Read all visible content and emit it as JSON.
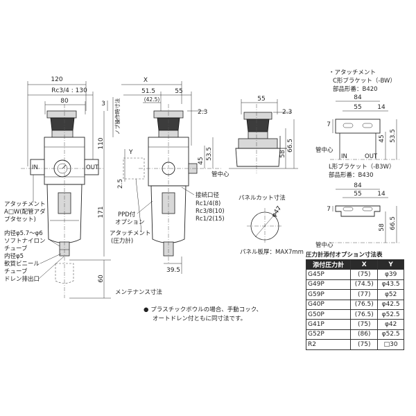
{
  "front_view": {
    "dims": {
      "width_120": "120",
      "rc34_130": "Rc3/4 : 130",
      "width_80": "80",
      "dim_3": "3",
      "dim_110": "110",
      "knob_stroke": "ノブ操作時寸法",
      "dim_171": "171",
      "dim_60": "60",
      "maint": "メンテナンス寸法"
    },
    "ports": {
      "in": "IN",
      "out": "OUT"
    },
    "labels": {
      "attachment_l1": "アタッチメント",
      "attachment_l2": "A□W(配管アダ",
      "attachment_l3": "プタセット)",
      "tube1_l1": "内径φ5.7～φ6",
      "tube1_l2": "ソフトナイロン",
      "tube1_l3": "チューブ",
      "tube2_l1": "内径φ5",
      "tube2_l2": "軟質ビニール",
      "tube2_l3": "チューブ",
      "drain": "ドレン排出口"
    }
  },
  "side_view": {
    "dims": {
      "x": "X",
      "d51_5": "51.5",
      "d55": "55",
      "d42_5": "(42.5)",
      "y": "Y",
      "d2_5": "2.5",
      "d2_3": "2.3",
      "d45": "45",
      "d53_5": "53.5",
      "d39_5": "39.5"
    },
    "labels": {
      "center": "管中心",
      "conn_port": "接続口径",
      "rc14": "Rc1/4(8)",
      "rc38": "Rc3/8(10)",
      "rc12": "Rc1/2(15)",
      "ppd_l1": "PPD付",
      "ppd_l2": "オプション",
      "gauge_l1": "アタッチメント",
      "gauge_l2": "(圧力計)"
    }
  },
  "panel_view": {
    "dims": {
      "d55": "55",
      "d2_3": "2.3",
      "d58": "58",
      "d66_5": "66.5"
    },
    "labels": {
      "cut": "パネルカット寸法",
      "phi47": "φ47",
      "thickness": "パネル板厚：MAX7mm"
    }
  },
  "bracket_c": {
    "title_l1": "・アタッチメント",
    "title_l2": "C形ブラケット（-BW）",
    "part_no": "部品形番：B420",
    "dims": {
      "d84": "84",
      "d55": "55",
      "d14": "14",
      "d7": "7",
      "d45": "45",
      "d53_5": "53.5"
    },
    "labels": {
      "center": "管中心",
      "in": "IN",
      "out": "OUT"
    }
  },
  "bracket_l": {
    "title": "L形ブラケット（-B3W）",
    "part_no": "部品形番：B430",
    "dims": {
      "d84": "84",
      "d55": "55",
      "d14": "14",
      "d7": "7",
      "d58": "58",
      "d66_5": "66.5"
    },
    "labels": {
      "center": "管中心"
    }
  },
  "option_table": {
    "title": "圧力計添付オプション寸法表",
    "headers": [
      "添付圧力計",
      "X",
      "Y"
    ],
    "rows": [
      [
        "G45P",
        "(75)",
        "φ39"
      ],
      [
        "G49P",
        "(74.5)",
        "φ43.5"
      ],
      [
        "G59P",
        "(77)",
        "φ52"
      ],
      [
        "G40P",
        "(76.5)",
        "φ42.5"
      ],
      [
        "G50P",
        "(76.5)",
        "φ52.5"
      ],
      [
        "G41P",
        "(75)",
        "φ42"
      ],
      [
        "G52P",
        "(86)",
        "φ52.5"
      ],
      [
        "R2",
        "(75)",
        "□30"
      ]
    ]
  },
  "note": {
    "bullet": "●",
    "line1": "プラスチックボウルの場合、手動コック、",
    "line2": "オートドレン付ともに同寸法です。"
  }
}
